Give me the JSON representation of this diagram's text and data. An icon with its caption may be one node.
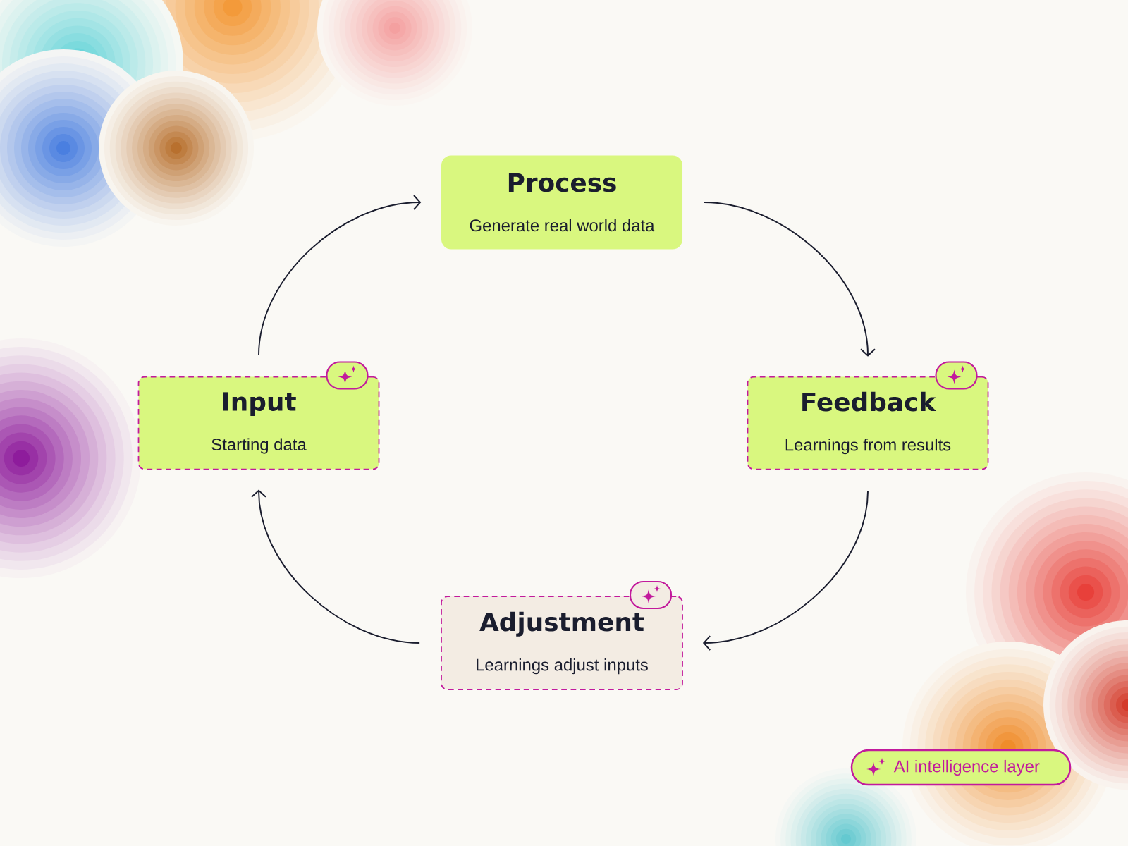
{
  "diagram": {
    "nodes": [
      {
        "text": [
          "Process",
          "Generate real world data"
        ]
      },
      {
        "text": [
          "Input",
          "Starting data"
        ]
      },
      {
        "text": [
          "Feedback",
          "Learnings from results"
        ]
      },
      {
        "text": [
          "Adjustment",
          "Learnings adjust inputs"
        ]
      }
    ],
    "edges": [
      {
        "from": 1,
        "to": 0,
        "arrow": "to"
      },
      {
        "from": 0,
        "to": 2,
        "arrow": "to"
      },
      {
        "from": 2,
        "to": 3,
        "arrow": "to"
      },
      {
        "from": 3,
        "to": 1,
        "arrow": "to"
      }
    ],
    "legend": [
      {
        "text": "AI intelligence layer"
      }
    ]
  }
}
